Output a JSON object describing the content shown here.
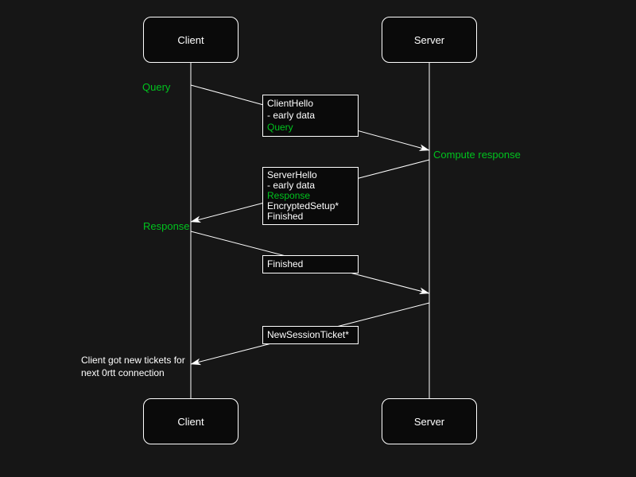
{
  "diagram": {
    "title_hint": "TLS 0-RTT sequence diagram",
    "colors": {
      "background": "#161616",
      "box_fill": "#0a0a0a",
      "stroke": "#ffffff",
      "text_white": "#ffffff",
      "accent_green": "#00c31e"
    },
    "actors": {
      "top_client": "Client",
      "top_server": "Server",
      "bottom_client": "Client",
      "bottom_server": "Server"
    },
    "side_labels": {
      "query": "Query",
      "compute_response": "Compute response",
      "response": "Response"
    },
    "note": {
      "line1": "Client got new tickets for",
      "line2": "next 0rtt connection"
    },
    "messages": {
      "client_hello": {
        "direction": "client-to-server",
        "lines": [
          {
            "text": "ClientHello",
            "tone": "white"
          },
          {
            "text": "- early data",
            "tone": "white"
          },
          {
            "text": "Query",
            "tone": "green"
          }
        ]
      },
      "server_hello": {
        "direction": "server-to-client",
        "lines": [
          {
            "text": "ServerHello",
            "tone": "white"
          },
          {
            "text": "- early data",
            "tone": "white"
          },
          {
            "text": "Response",
            "tone": "green"
          },
          {
            "text": "EncryptedSetup*",
            "tone": "white"
          },
          {
            "text": "Finished",
            "tone": "white"
          }
        ]
      },
      "finished": {
        "direction": "client-to-server",
        "lines": [
          {
            "text": "Finished",
            "tone": "white"
          }
        ]
      },
      "new_session_ticket": {
        "direction": "server-to-client",
        "lines": [
          {
            "text": "NewSessionTicket*",
            "tone": "white"
          }
        ]
      }
    }
  }
}
